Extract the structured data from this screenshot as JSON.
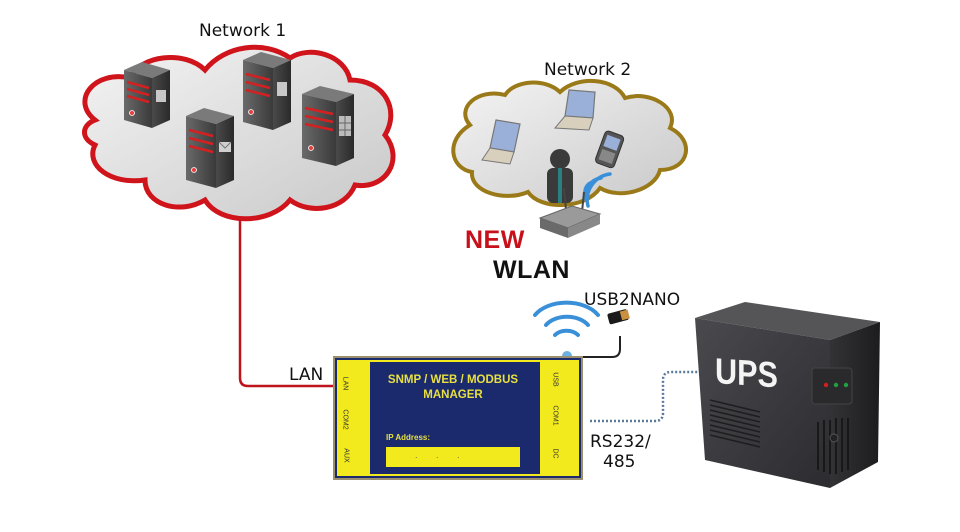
{
  "networks": {
    "network1": {
      "label": "Network 1",
      "cloud_outline_color": "#d0141c",
      "servers": [
        "database-server",
        "database-server",
        "mail-server",
        "web-server"
      ]
    },
    "network2": {
      "label": "Network 2",
      "cloud_outline_color": "#9a7a18",
      "devices": [
        "laptop",
        "laptop",
        "smartphone",
        "user",
        "wireless-router"
      ]
    }
  },
  "badge": {
    "line1": "NEW",
    "line2": "WLAN",
    "line1_color": "#c8101a"
  },
  "connections": {
    "lan": {
      "label": "LAN",
      "color": "#c0141c"
    },
    "usb": {
      "label": "USB2NANO"
    },
    "serial": {
      "label_line1": "RS232/",
      "label_line2": "485",
      "color": "#5a7a9a"
    }
  },
  "device": {
    "title_line1": "SNMP / WEB / MODBUS",
    "title_line2": "MANAGER",
    "ip_label": "IP Address:",
    "ip_value": ".   .   .",
    "left_ports": [
      "LAN",
      "COM2",
      "AUX"
    ],
    "right_ports": [
      "USB",
      "COM1",
      "DC"
    ],
    "colors": {
      "panel": "#1a2a6c",
      "accent": "#f2ea1c"
    }
  },
  "ups": {
    "label": "UPS",
    "indicators": [
      "#d02020",
      "#20a040",
      "#20a040"
    ]
  }
}
